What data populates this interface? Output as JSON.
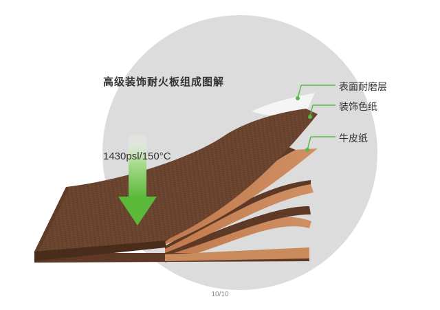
{
  "diagram": {
    "title": "高级装饰耐火板组成图解",
    "pressure_label": "1430psl/150°C",
    "layers": [
      {
        "label": "表面耐磨层"
      },
      {
        "label": "装饰色纸"
      },
      {
        "label": "牛皮纸"
      }
    ],
    "colors": {
      "background_circle": "#dcdcdc",
      "wood": "#6b4530",
      "kraft": "#c8875a",
      "arrow": "#6cc04a",
      "pointer": "#5ab848"
    }
  },
  "pagination": {
    "label": "10/10"
  }
}
